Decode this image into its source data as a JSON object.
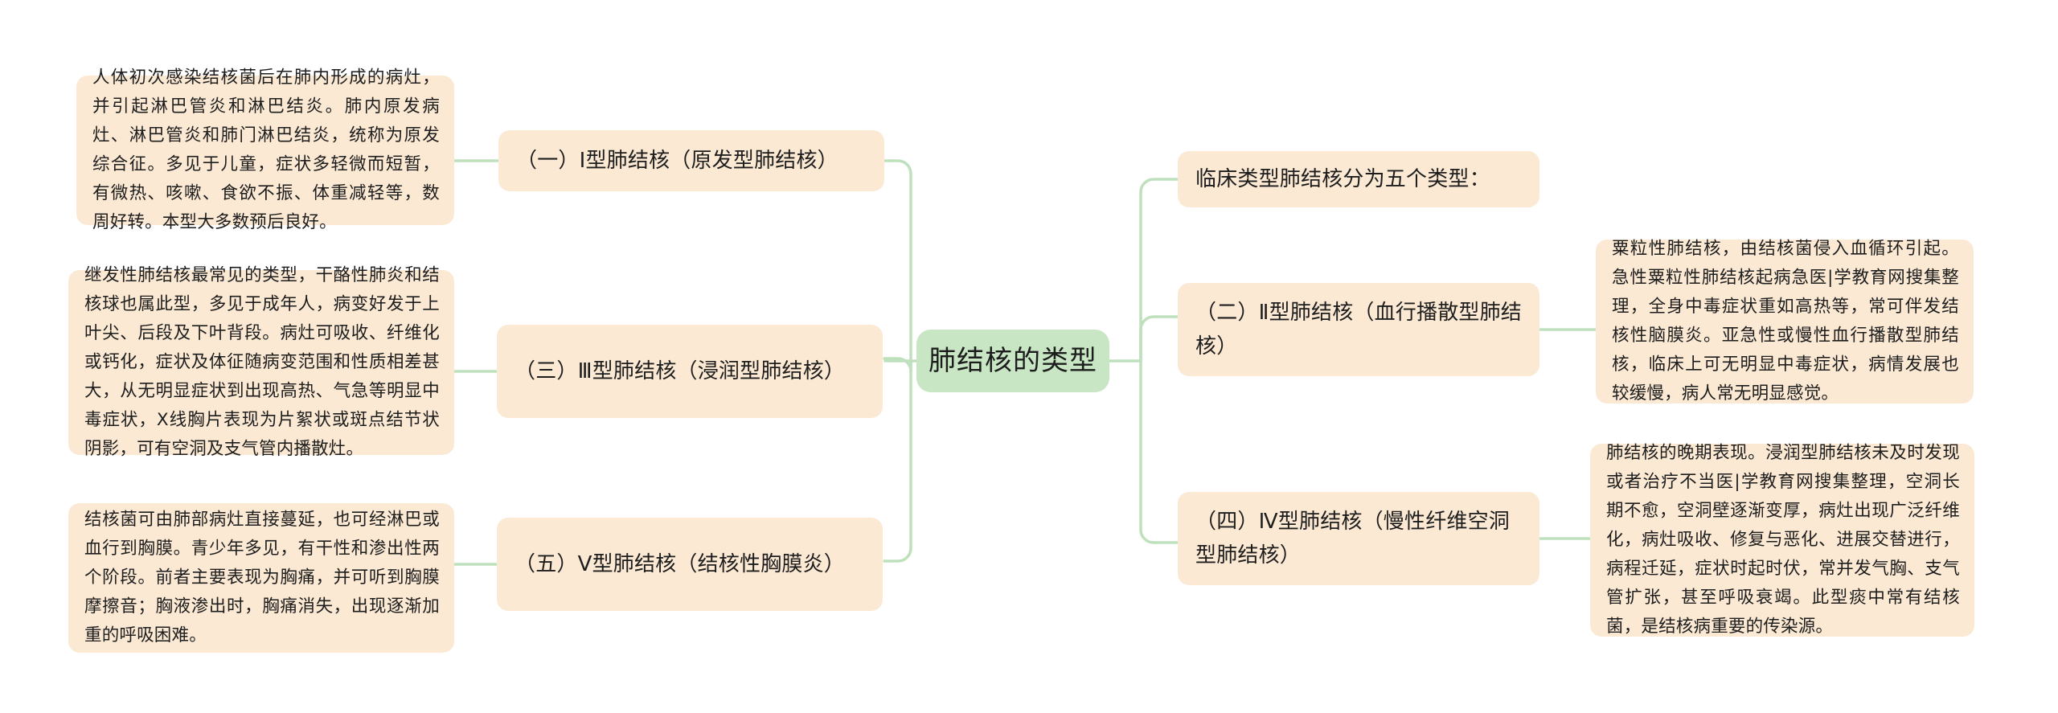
{
  "mindmap": {
    "root": {
      "label": "肺结核的类型",
      "color": "#c8e6c4"
    },
    "node_color": "#fbe9d4",
    "link_color": "#bfe0bd",
    "left_branches": [
      {
        "label": "（一）I型肺结核（原发型肺结核）",
        "detail": "人体初次感染结核菌后在肺内形成的病灶，并引起淋巴管炎和淋巴结炎。肺内原发病灶、淋巴管炎和肺门淋巴结炎，统称为原发综合征。多见于儿童，症状多轻微而短暂，有微热、咳嗽、食欲不振、体重减轻等，数周好转。本型大多数预后良好。"
      },
      {
        "label": "（三）Ⅲ型肺结核（浸润型肺结核）",
        "detail": "继发性肺结核最常见的类型，干酪性肺炎和结核球也属此型，多见于成年人，病变好发于上叶尖、后段及下叶背段。病灶可吸收、纤维化或钙化，症状及体征随病变范围和性质相差甚大，从无明显症状到出现高热、气急等明显中毒症状，X线胸片表现为片絮状或斑点结节状阴影，可有空洞及支气管内播散灶。"
      },
      {
        "label": "（五）V型肺结核（结核性胸膜炎）",
        "detail": "结核菌可由肺部病灶直接蔓延，也可经淋巴或血行到胸膜。青少年多见，有干性和渗出性两个阶段。前者主要表现为胸痛，并可听到胸膜摩擦音；胸液渗出时，胸痛消失，出现逐渐加重的呼吸困难。"
      }
    ],
    "right_branches": [
      {
        "label": "临床类型肺结核分为五个类型：",
        "detail": ""
      },
      {
        "label": "（二）Ⅱ型肺结核（血行播散型肺结核）",
        "detail": "粟粒性肺结核，由结核菌侵入血循环引起。急性粟粒性肺结核起病急医|学教育网搜集整理，全身中毒症状重如高热等，常可伴发结核性脑膜炎。亚急性或慢性血行播散型肺结核，临床上可无明显中毒症状，病情发展也较缓慢，病人常无明显感觉。"
      },
      {
        "label": "（四）Ⅳ型肺结核（慢性纤维空洞型肺结核）",
        "detail": "肺结核的晚期表现。浸润型肺结核未及时发现或者治疗不当医|学教育网搜集整理，空洞长期不愈，空洞壁逐渐变厚，病灶出现广泛纤维化，病灶吸收、修复与恶化、进展交替进行，病程迁延，症状时起时伏，常并发气胸、支气管扩张，甚至呼吸衰竭。此型痰中常有结核菌，是结核病重要的传染源。"
      }
    ]
  }
}
